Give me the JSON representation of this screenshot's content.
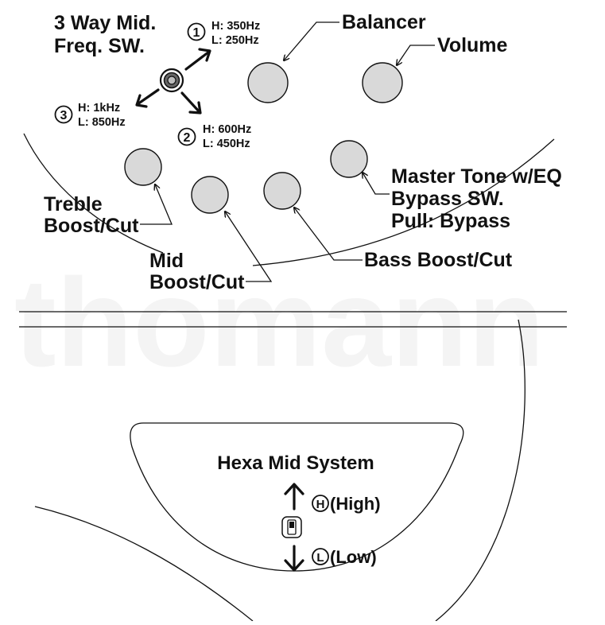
{
  "watermark": "thomann",
  "colors": {
    "line": "#111111",
    "knob_fill": "#d9d9d9",
    "watermark": "#f4f4f4"
  },
  "icons": [
    "circled-digit-1",
    "circled-digit-2",
    "circled-digit-3",
    "rotary-switch",
    "arrow-up",
    "arrow-down",
    "circled-letter-H",
    "circled-letter-L",
    "mini-switch"
  ],
  "mid_switch": {
    "title_line1": "3 Way Mid.",
    "title_line2": "Freq. SW.",
    "positions": [
      {
        "badge": "1",
        "high": "H: 350Hz",
        "low": "L: 250Hz"
      },
      {
        "badge": "2",
        "high": "H: 600Hz",
        "low": "L: 450Hz"
      },
      {
        "badge": "3",
        "high": "H: 1kHz",
        "low": "L: 850Hz"
      }
    ]
  },
  "labels": {
    "balancer": "Balancer",
    "volume": "Volume",
    "master_tone_line1": "Master Tone w/EQ",
    "master_tone_line2": "Bypass SW.",
    "master_tone_line3": "Pull: Bypass",
    "treble_line1": "Treble",
    "treble_line2": "Boost/Cut",
    "mid_line1": "Mid",
    "mid_line2": "Boost/Cut",
    "bass": "Bass Boost/Cut"
  },
  "hexa": {
    "title": "Hexa Mid System",
    "high_letter": "H",
    "high_text": "(High)",
    "low_letter": "L",
    "low_text": "(Low)"
  }
}
